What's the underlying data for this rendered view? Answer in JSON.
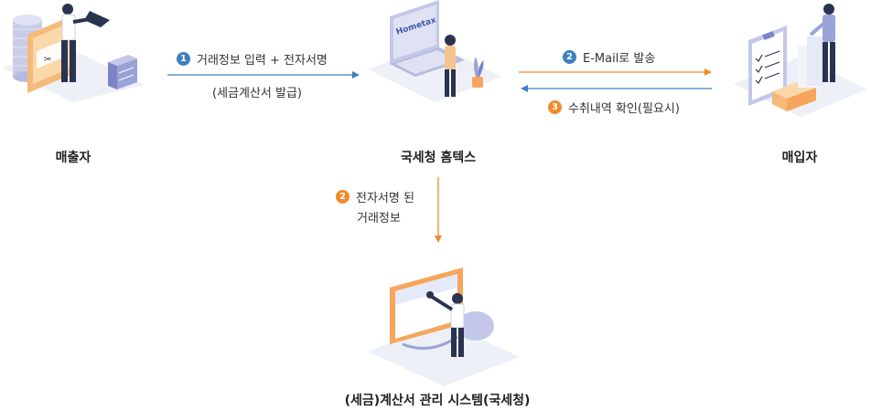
{
  "colors": {
    "blue": "#3d7fc0",
    "orange": "#f08a2a",
    "floor": "#eef0f7",
    "navy": "#2a3350",
    "peach": "#f6c48e"
  },
  "nodes": {
    "seller": "매출자",
    "hometax": "국세청 홈텍스",
    "buyer": "매입자",
    "system": "(세금)계산서 관리 시스템(국세청)"
  },
  "logo_text": "Hometax",
  "steps": {
    "issue": {
      "num": "1",
      "label": "거래정보 입력 + 전자서명",
      "sub": "(세금계산서 발급)"
    },
    "email": {
      "num": "2",
      "label": "E-Mail로 발송"
    },
    "confirm": {
      "num": "3",
      "label": "수취내역 확인(필요시)"
    },
    "signed": {
      "num": "2",
      "label": "전자서명 된",
      "sub": "거래정보"
    }
  },
  "icons": [
    "seller-illustration",
    "hometax-laptop-illustration",
    "buyer-illustration",
    "tax-system-illustration"
  ]
}
